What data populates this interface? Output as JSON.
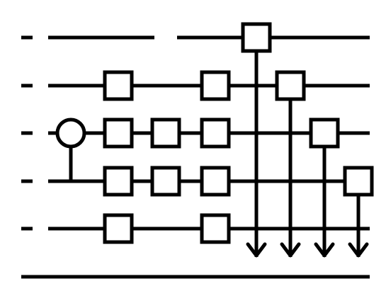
{
  "diagram": {
    "kind": "quantum-circuit",
    "stroke_color": "#000000",
    "fill_color": "#ffffff",
    "wires": [
      {
        "index": 0,
        "type": "quantum",
        "has_gap": true
      },
      {
        "index": 1,
        "type": "quantum"
      },
      {
        "index": 2,
        "type": "quantum"
      },
      {
        "index": 3,
        "type": "quantum"
      },
      {
        "index": 4,
        "type": "quantum"
      },
      {
        "index": 5,
        "type": "classical"
      }
    ],
    "control": {
      "wire": 2,
      "targets": [
        3
      ],
      "style": "open-circle"
    },
    "gates": [
      {
        "column": 1,
        "wire": 1
      },
      {
        "column": 1,
        "wire": 2
      },
      {
        "column": 1,
        "wire": 3
      },
      {
        "column": 1,
        "wire": 4
      },
      {
        "column": 2,
        "wire": 2
      },
      {
        "column": 2,
        "wire": 3
      },
      {
        "column": 3,
        "wire": 1
      },
      {
        "column": 3,
        "wire": 2
      },
      {
        "column": 3,
        "wire": 3
      },
      {
        "column": 3,
        "wire": 4
      }
    ],
    "measurements": [
      {
        "from_wire": 0,
        "to_wire": 5
      },
      {
        "from_wire": 1,
        "to_wire": 5
      },
      {
        "from_wire": 2,
        "to_wire": 5
      },
      {
        "from_wire": 3,
        "to_wire": 5
      }
    ]
  }
}
